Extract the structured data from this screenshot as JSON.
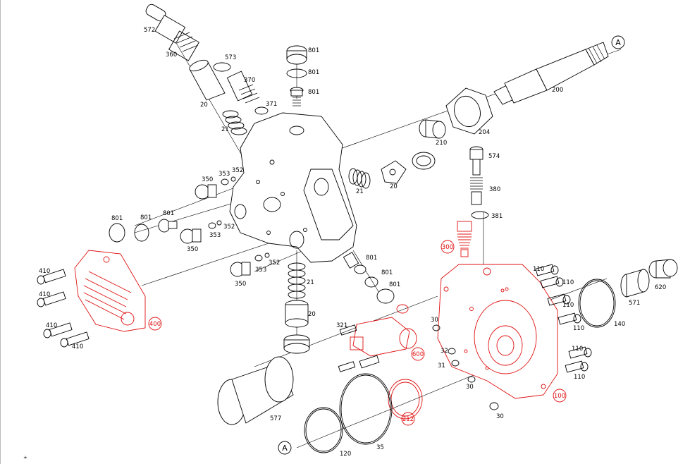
{
  "diagram": {
    "accent_color": "#e01010",
    "line_color": "#000000",
    "reference_marker": "A",
    "labels": {
      "p572": "572",
      "p360": "360",
      "p573": "573",
      "p370": "370",
      "p371": "371",
      "p20a": "20",
      "p21a": "21",
      "p801a": "801",
      "p801b": "801",
      "p801c": "801",
      "p200": "200",
      "p204": "204",
      "p210": "210",
      "p21b": "21",
      "p20b": "20",
      "p350a": "350",
      "p353a": "353",
      "p352a": "352",
      "p801d": "801",
      "p801e": "801",
      "p801f": "801",
      "p353b": "353",
      "p352b": "352",
      "p350b": "350",
      "p353c": "353",
      "p352c": "352",
      "p350c": "350",
      "p574": "574",
      "p380": "380",
      "p381": "381",
      "p300": "300",
      "p410a": "410",
      "p410b": "410",
      "p410c": "410",
      "p410d": "410",
      "p400": "400",
      "p21c": "21",
      "p20c": "20",
      "p801g": "801",
      "p801h": "801",
      "p801i": "801",
      "p321": "321",
      "p600": "600",
      "p30a": "30",
      "p32": "32",
      "p31": "31",
      "p30b": "30",
      "p30c": "30",
      "p110a": "110",
      "p110b": "110",
      "p110c": "110",
      "p110d": "110",
      "p110e": "110",
      "p110f": "110",
      "p140": "140",
      "p571": "571",
      "p620": "620",
      "p100": "100",
      "p577": "577",
      "p212": "212",
      "p35": "35",
      "p120": "120"
    }
  }
}
